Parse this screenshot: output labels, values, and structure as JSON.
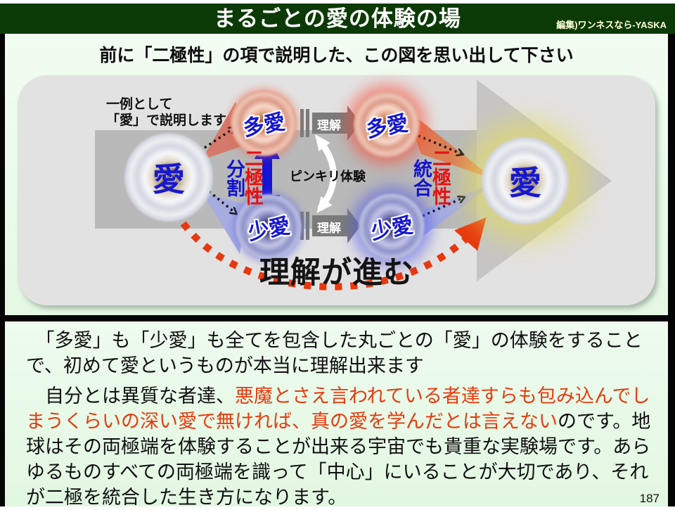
{
  "header": {
    "title": "まるごとの愛の体験の場",
    "credit": "編集)ワンネスなら-YASKA"
  },
  "intro": {
    "heading": "前に「二極性」の項で説明した、この図を思い出して下さい"
  },
  "diagram": {
    "example_note": "一例として\n「愛」で説明します",
    "labels": {
      "split": "分割",
      "polarity_left": "二極性",
      "unify": "統合",
      "polarity_right": "二極性",
      "understand_top": "理解",
      "understand_bottom": "理解",
      "pinkiri_experience": "ピンキリ体験",
      "understanding_progresses": "理解が進む"
    },
    "circles": {
      "love_left": "愛",
      "many_love_1": "多愛",
      "little_love_1": "少愛",
      "many_love_2": "多愛",
      "little_love_2": "少愛",
      "love_right": "愛"
    },
    "colors": {
      "header_green": "#0c3a06",
      "slide_bg_green": "#e9fae9",
      "label_blue": "#1414cc",
      "label_red": "#e51212",
      "accent_red_text": "#e63c0e",
      "glow_yellow": "#e2dc60",
      "dotted_arrow_red": "#e8380d"
    }
  },
  "body": {
    "lines": [
      {
        "gap": false,
        "segments": [
          {
            "text": "　「多愛」も「少愛」も全てを包含した丸ごとの「愛」の体験をすること",
            "color": "black"
          }
        ]
      },
      {
        "gap": false,
        "segments": [
          {
            "text": "で、初めて愛というものが本当に理解出来ます",
            "color": "black"
          }
        ]
      },
      {
        "gap": true,
        "segments": [
          {
            "text": "　自分とは異質な者達、",
            "color": "black"
          },
          {
            "text": "悪魔とさえ言われている者達すらも包み込んでし",
            "color": "red"
          }
        ]
      },
      {
        "gap": false,
        "segments": [
          {
            "text": "まうくらいの深い愛で無ければ、真の愛を学んだとは言えない",
            "color": "red"
          },
          {
            "text": "のです。地",
            "color": "black"
          }
        ]
      },
      {
        "gap": false,
        "segments": [
          {
            "text": "球はその両極端を体験することが出来る宇宙でも貴重な実験場です。あら",
            "color": "black"
          }
        ]
      },
      {
        "gap": false,
        "segments": [
          {
            "text": "ゆるものすべての両極端を識って「中心」にいることが大切であり、それ",
            "color": "black"
          }
        ]
      },
      {
        "gap": false,
        "segments": [
          {
            "text": "が二極を統合した生き方になります。",
            "color": "black"
          }
        ]
      }
    ]
  },
  "footer": {
    "page_number": "187"
  }
}
